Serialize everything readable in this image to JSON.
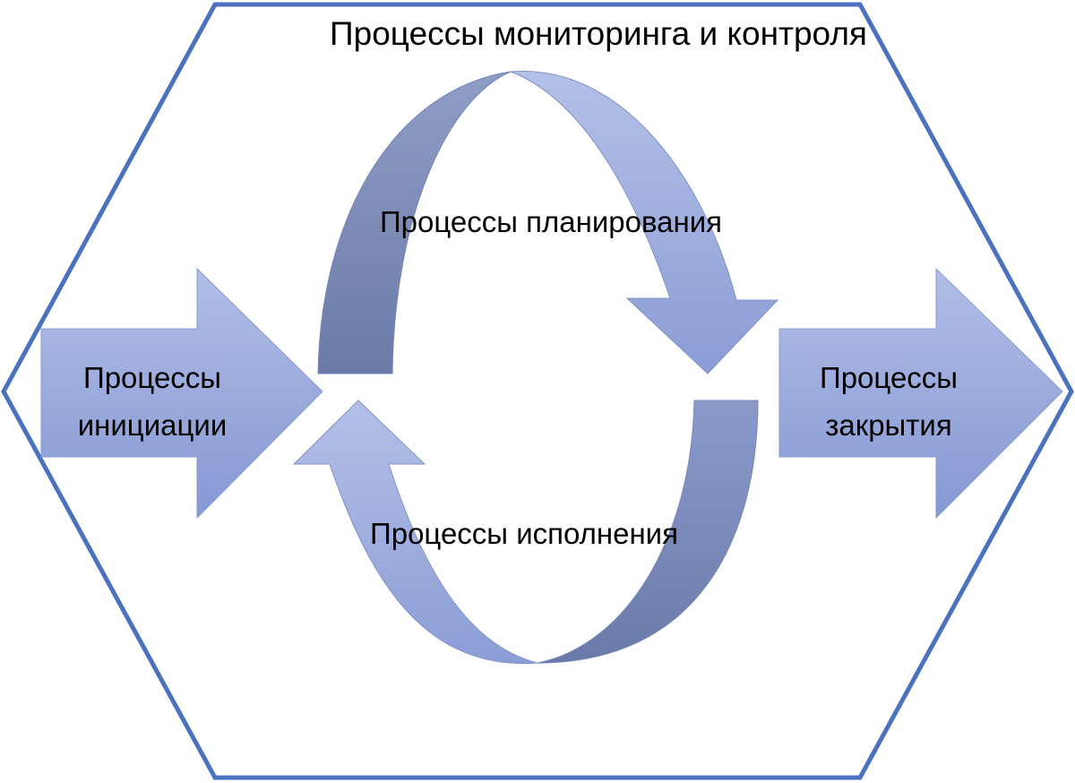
{
  "diagram": {
    "monitoring_label": "Процессы мониторинга и контроля",
    "planning_label": "Процессы планирования",
    "execution_label": "Процессы исполнения",
    "initiation_label": "Процессы\nинициации",
    "closing_label": "Процессы\nзакрытия"
  },
  "colors": {
    "hexagon_stroke": "#4a72c0",
    "arrow_light": "#a9b8e2",
    "arrow_mid": "#8c9fd6",
    "arrow_dark_top": "#8898c4",
    "arrow_dark_bottom": "#6b7ca9",
    "arrow_outline": "#7d90c8"
  }
}
